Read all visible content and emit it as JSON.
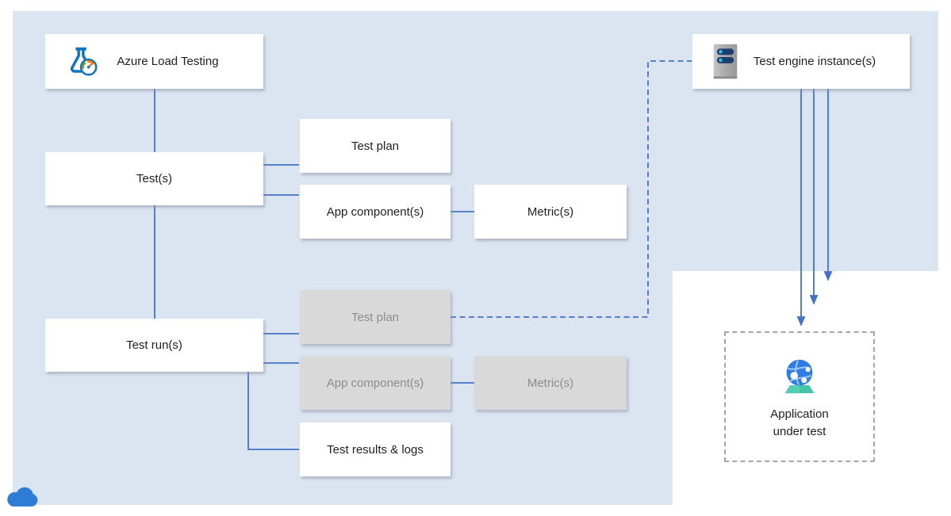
{
  "title": "Azure Load Testing architecture diagram",
  "colors": {
    "panel": "#dbe5f1",
    "connector": "#4472c4",
    "node_fill": "#ffffff",
    "node_fill_inactive": "#d9d9d9",
    "node_text": "#1f1f1f",
    "node_text_inactive": "#8c8c8c",
    "dashed_border": "#a6a6a6",
    "cloud_blue": "#2e7cd6",
    "server_navy": "#1e3e6e",
    "server_cyan": "#2fc1e8",
    "globe_blue": "#2f7de2",
    "globe_base_teal": "#44c5a7",
    "flask_blue": "#1173c4",
    "gauge_green": "#5fa80f",
    "gauge_orange": "#f08300"
  },
  "nodes": {
    "azure_load_testing": {
      "label": "Azure Load Testing",
      "icon": "load-testing-icon"
    },
    "test_engine_instances": {
      "label": "Test engine instance(s)",
      "icon": "server-icon"
    },
    "tests": {
      "label": "Test(s)"
    },
    "test_plan": {
      "label": "Test plan"
    },
    "app_components": {
      "label": "App component(s)"
    },
    "metrics": {
      "label": "Metric(s)"
    },
    "test_runs": {
      "label": "Test run(s)"
    },
    "run_test_plan": {
      "label": "Test plan"
    },
    "run_app_components": {
      "label": "App component(s)"
    },
    "run_metrics": {
      "label": "Metric(s)"
    },
    "test_results_logs": {
      "label": "Test results & logs"
    },
    "application_under_test": {
      "label": "Application under test",
      "icon": "globe-icon"
    }
  },
  "footer": {
    "cloud_icon": "azure-cloud-icon"
  }
}
